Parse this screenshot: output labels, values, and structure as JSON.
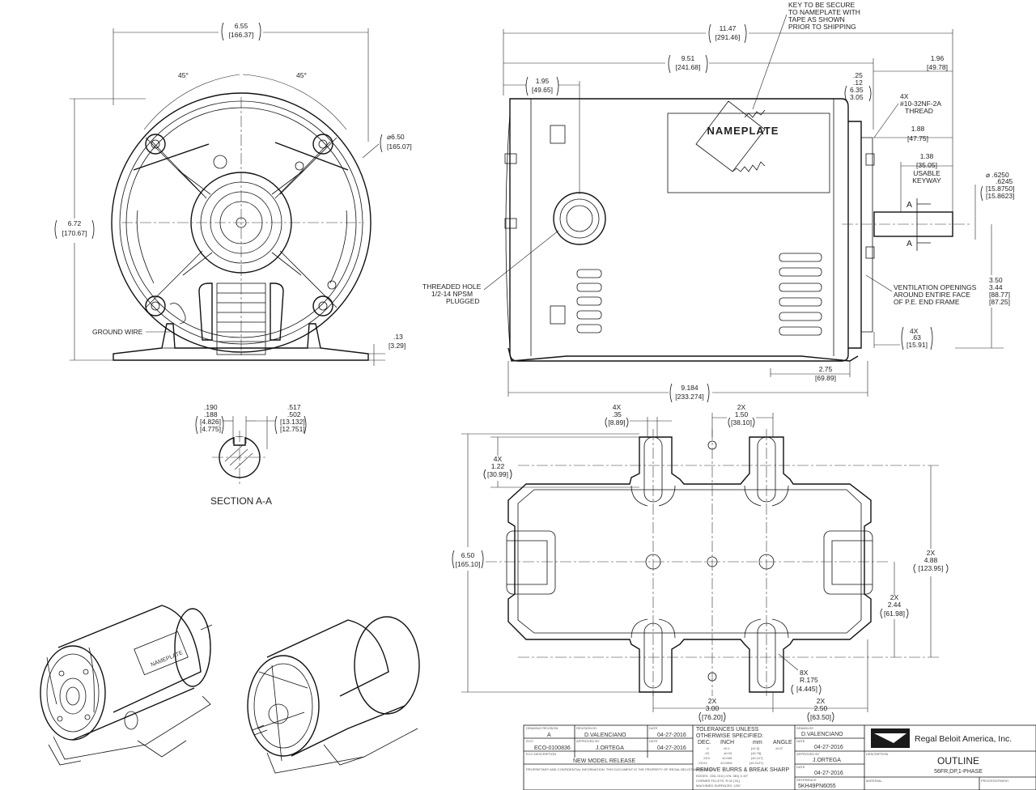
{
  "front_view": {
    "overall_width": "6.55",
    "overall_width_mm": "[166.37]",
    "angle_left": "45°",
    "angle_right": "45°",
    "diameter": "⌀6.50",
    "diameter_mm": "[165.07]",
    "overall_height": "6.72",
    "overall_height_mm": "[170.67]",
    "ground_wire": "GROUND WIRE",
    "foot_thickness": ".13",
    "foot_thickness_mm": "[3.29]"
  },
  "side_view": {
    "key_note_1": "KEY TO BE SECURE",
    "key_note_2": "TO NAMEPLATE WITH",
    "key_note_3": "TAPE AS SHOWN",
    "key_note_4": "PRIOR TO SHIPPING",
    "overall_length": "11.47",
    "overall_length_mm": "[291.46]",
    "body_length": "9.51",
    "body_length_mm": "[241.68]",
    "shaft_ext": "1.96",
    "shaft_ext_mm": "[49.78]",
    "hole_offset": "1.95",
    "hole_offset_mm": "[49.65]",
    "face_1": ".25",
    "face_2": ".12",
    "face_3": "6.35",
    "face_4": "3.05",
    "thread_qty": "4X",
    "thread_spec": "#10-32NF-2A",
    "thread_word": "THREAD",
    "shaft_len": "1.88",
    "shaft_len_mm": "[47.75]",
    "keyway_len": "1.38",
    "keyway_len_mm": "[35.05]",
    "keyway_label_1": "USABLE",
    "keyway_label_2": "KEYWAY",
    "shaft_dia_1": "⌀ .6250",
    "shaft_dia_2": ".6245",
    "shaft_dia_3": "[15.8750]",
    "shaft_dia_4": "[15.8623]",
    "nameplate": "NAMEPLATE",
    "section_mark": "A",
    "threaded_hole_1": "THREADED HOLE",
    "threaded_hole_2": "1/2-14 NPSM",
    "threaded_hole_3": "PLUGGED",
    "vent_1": "VENTILATION OPENINGS",
    "vent_2": "AROUND ENTIRE FACE",
    "vent_3": "OF P.E. END FRAME",
    "shaft_height_1": "3.50",
    "shaft_height_2": "3.44",
    "shaft_height_3": "[88.77]",
    "shaft_height_4": "[87.25]",
    "slot_qty": "4X",
    "slot_w": ".63",
    "slot_w_mm": "[15.91]",
    "foot_to_face": "2.75",
    "foot_to_face_mm": "[69.89]",
    "base_length": "9.184",
    "base_length_mm": "[233.274]"
  },
  "section_aa": {
    "kw_1": ".190",
    "kw_2": ".188",
    "kw_3": "[4.826]",
    "kw_4": "[4.775]",
    "kd_1": ".517",
    "kd_2": ".502",
    "kd_3": "[13.132]",
    "kd_4": "[12.751]",
    "label": "SECTION A-A"
  },
  "base_view": {
    "slot_qty": "4X",
    "slot_w": ".35",
    "slot_w_mm": "[8.89]",
    "top_qty": "2X",
    "top_sp": "1.50",
    "top_sp_mm": "[38.10]",
    "slot_len_qty": "4X",
    "slot_len": "1.22",
    "slot_len_mm": "[30.99]",
    "width": "6.50",
    "width_mm": "[165.10]",
    "hole_sp_qty": "2X",
    "hole_sp": "4.88",
    "hole_sp_mm": "[123.95]",
    "half_qty": "2X",
    "half_sp": "2.44",
    "half_sp_mm": "[61.98]",
    "radius_qty": "8X",
    "radius": "R.175",
    "radius_mm": "[4.445]",
    "bot_qty_1": "2X",
    "bot_sp_1": "3.00",
    "bot_sp_1_mm": "[76.20]",
    "bot_qty_2": "2X",
    "bot_sp_2": "2.50",
    "bot_sp_2_mm": "[63.50]"
  },
  "iso_views": {
    "nameplate": "NAMEPLATE"
  },
  "title_block": {
    "rev_hdr": "DRAWING REVISION",
    "rev_val": "A",
    "revby_hdr": "REVISION BY",
    "revby_val": "D.VALENCIANO",
    "date_hdr": "DATE",
    "date_val": "04-27-2016",
    "eco_hdr": "ECO",
    "eco_val": "ECO-0100836",
    "appr_hdr": "APPROVED BY",
    "appr_val": "J.ORTEGA",
    "date2_hdr": "DATE",
    "date2_val": "04-27-2016",
    "ecod_hdr": "ECO DESCRIPTION",
    "ecod_val": "NEW MODEL RELEASE",
    "tol_1": "TOLERANCES UNLESS",
    "tol_2": "OTHERWISE SPECIFIED:",
    "tol_dec": "DEC.",
    "tol_inch": "INCH",
    "tol_mm": "mm",
    "tol_angle": "ANGLE",
    "tol_x": ".X",
    "tol_x_in": "±0.1",
    "tol_x_mm": "[±2.5]",
    "tol_xx": ".XX",
    "tol_xx_in": "±0.03",
    "tol_xx_mm": "[±0.76]",
    "tol_xxx": ".XXX",
    "tol_xxx_in": "±0.005",
    "tol_xxx_mm": "[±0.127]",
    "tol_xxxx": ".XXXX",
    "tol_xxxx_in": "±0.0005",
    "tol_xxxx_mm": "[±0.0127]",
    "tol_ang": "±0.5°",
    "burrs": "REMOVE BURRS & BREAK SHARP",
    "edges": "EDGES: .003-.015 [.076-.381] X 45°",
    "corner": "CORNER FILLETS: R.02 [.51]",
    "machined": "MACHINED SURFACES: 125√",
    "drawn_hdr": "DRAWN BY",
    "drawn_val": "D.VALENCIANO",
    "date3_hdr": "DATE",
    "date3_val": "04-27-2016",
    "appr2_hdr": "APPROVED BY",
    "appr2_val": "J.ORTEGA",
    "date4_hdr": "DATE",
    "date4_val": "04-27-2016",
    "ref_hdr": "REFERENCE",
    "ref_val": "5KH49PN6055",
    "company": "Regal Beloit America, Inc.",
    "desc_hdr": "DESCRIPTION",
    "title": "OUTLINE",
    "subtitle": "56FR,DP,1-PHASE",
    "material_hdr": "MATERIAL",
    "process_hdr": "PROCESS/FINISH",
    "proprietary": "PROPRIETARY AND CONFIDENTIAL INFORMATION. THIS DOCUMENT IS THE PROPERTY OF REGAL BELOIT AMERICA, INC."
  }
}
